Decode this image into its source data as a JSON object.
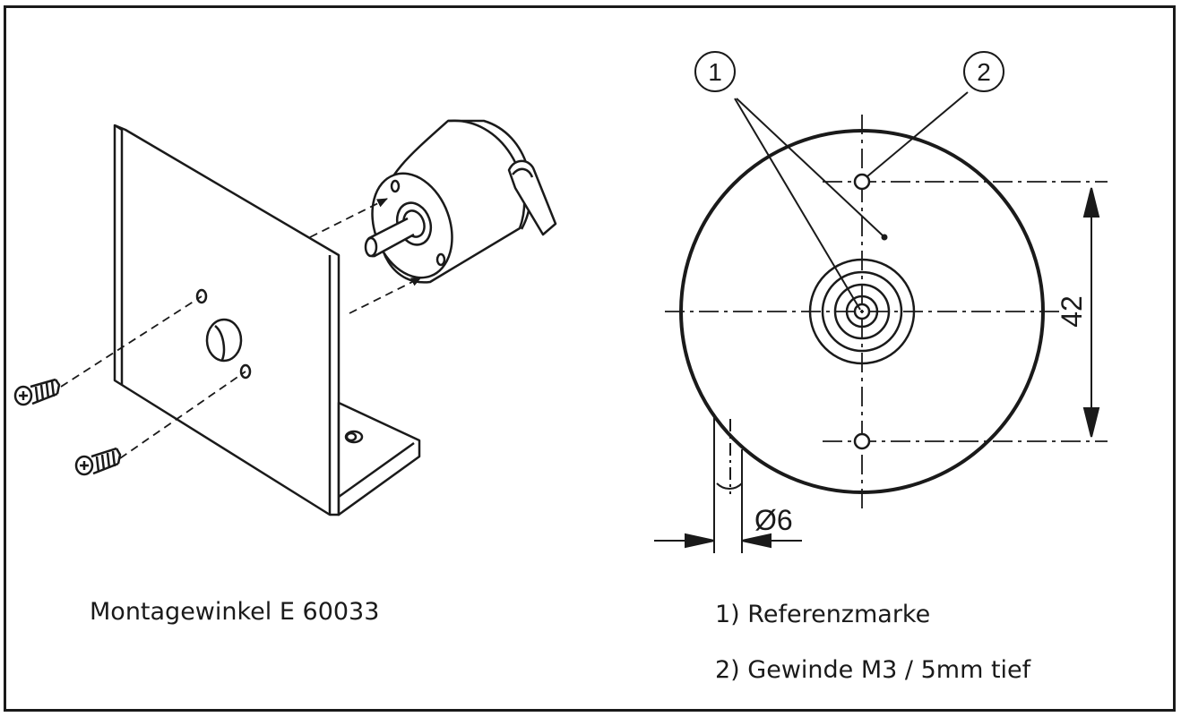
{
  "left_caption": "Montagewinkel E 60033",
  "legend": [
    "1) Referenzmarke",
    "2) Gewinde M3 / 5mm tief"
  ],
  "callouts": [
    "1",
    "2"
  ],
  "dimensions": {
    "hole_spacing": "42",
    "shaft_diameter": "Ø6"
  },
  "colors": {
    "line": "#1a1a1a",
    "background": "#ffffff"
  }
}
